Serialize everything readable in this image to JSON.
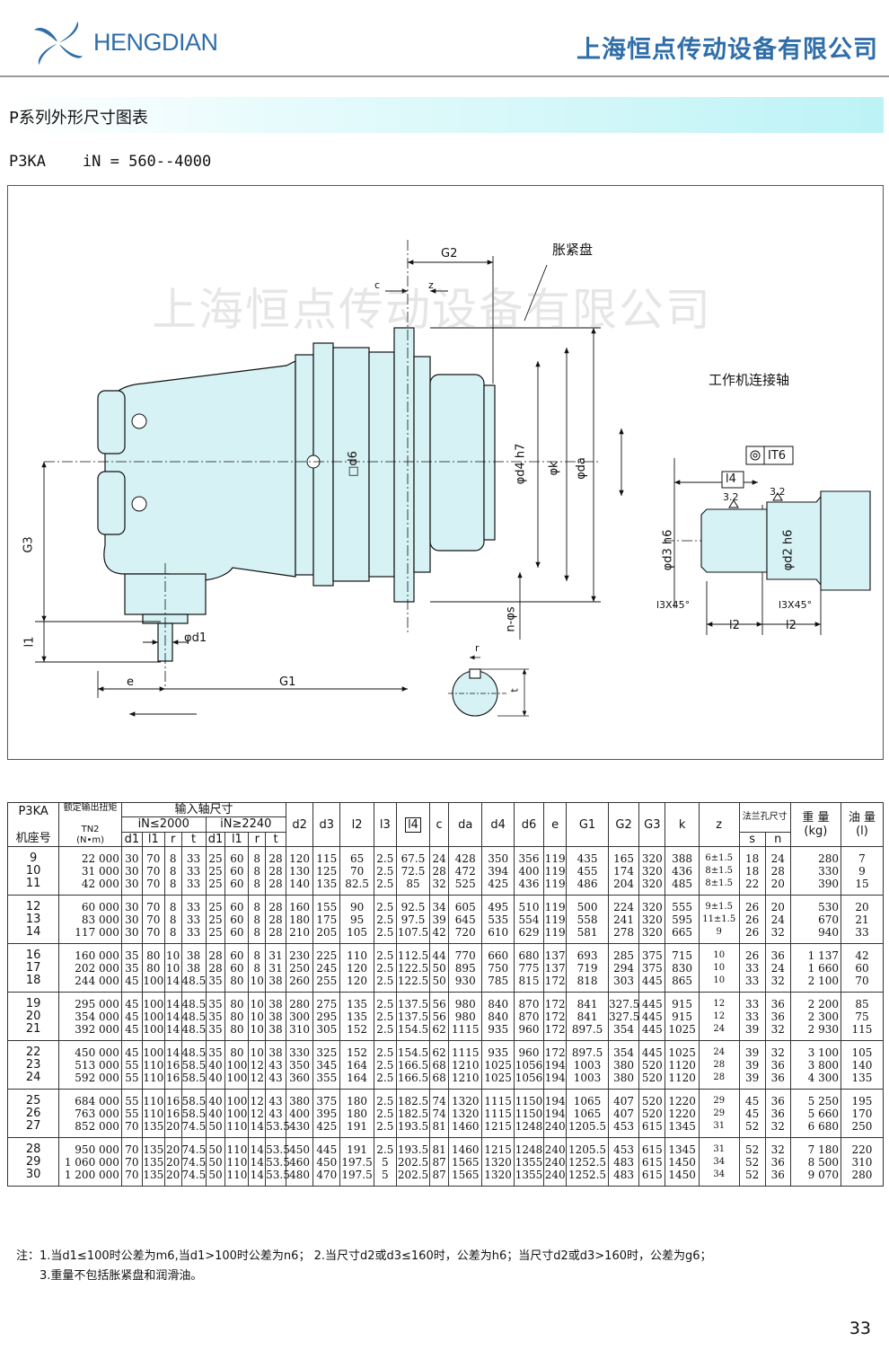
{
  "header": {
    "brand": "HENGDIAN",
    "company": "上海恒点传动设备有限公司",
    "logo_icon": "pinwheel-logo-icon",
    "brand_color": "#2f6ea8"
  },
  "section": {
    "title": "P系列外形尺寸图表",
    "model": "P3KA",
    "ratio": "iN = 560--4000"
  },
  "drawing": {
    "watermark": "上海恒点传动设备有限公司",
    "labels": {
      "shrink_disc": "胀紧盘",
      "work_shaft": "工作机连接轴",
      "G2": "G2",
      "c": "c",
      "z": "z",
      "d6": "□d6",
      "d4": "φd4 h7",
      "k": "φk",
      "da": "φda",
      "G3": "G3",
      "l1": "l1",
      "d1": "φd1",
      "e": "e",
      "G1": "G1",
      "ns": "n-φs",
      "r": "r",
      "t": "t",
      "tol": "IT6",
      "l4": "l4",
      "rough1": "3.2",
      "rough2": "3.2",
      "d3": "φd3 h6",
      "d2": "φd2 h6",
      "ch1": "l3X45°",
      "ch2": "l3X45°",
      "l2a": "l2",
      "l2b": "l2"
    }
  },
  "table": {
    "h": {
      "size1": "P3KA",
      "size2": "机座号",
      "torque": "额定输出扭矩",
      "tn": "TN2",
      "tn_unit": "(N•m)",
      "input": "输入轴尺寸",
      "ia": "iN≤2000",
      "ib": "iN≥2240",
      "d1": "d1",
      "l1": "l1",
      "r": "r",
      "t": "t",
      "d1b": "d1",
      "l1b": "l1",
      "rb": "r",
      "tb": "t",
      "d2": "d2",
      "d3": "d3",
      "l2": "l2",
      "l3": "l3",
      "l4": "l4",
      "c": "c",
      "da": "da",
      "d4": "d4",
      "d6": "d6",
      "e": "e",
      "G1": "G1",
      "G2": "G2",
      "G3": "G3",
      "k": "k",
      "z": "z",
      "flange": "法兰孔尺寸",
      "s": "s",
      "n": "n",
      "weight": "重 量",
      "weight_unit": "(kg)",
      "oil": "油 量",
      "oil_unit": "(l)"
    },
    "groups": [
      {
        "sizes": "9\n10\n11",
        "tn": "22 000\n31 000\n42 000",
        "d1": "30\n30\n30",
        "l1": "70\n70\n70",
        "r": "8\n8\n8",
        "t": "33\n33\n33",
        "d1b": "25\n25\n25",
        "l1b": "60\n60\n60",
        "rb": "8\n8\n8",
        "tb": "28\n28\n28",
        "d2": "120\n130\n140",
        "d3": "115\n125\n135",
        "l2": "65\n70\n82.5",
        "l3": "2.5\n2.5\n2.5",
        "l4": "67.5\n72.5\n85",
        "c": "24\n28\n32",
        "da": "428\n472\n525",
        "d4": "350\n394\n425",
        "d6": "356\n400\n436",
        "e": "119\n119\n119",
        "G1": "435\n455\n486",
        "G2": "165\n174\n204",
        "G3": "320\n320\n320",
        "k": "388\n436\n485",
        "z": "6±1.5\n8±1.5\n8±1.5",
        "s": "18\n18\n22",
        "n": "24\n28\n20",
        "w": "280\n330\n390",
        "oil": "7\n9\n15"
      },
      {
        "sizes": "12\n13\n14",
        "tn": "60 000\n83 000\n117 000",
        "d1": "30\n30\n30",
        "l1": "70\n70\n70",
        "r": "8\n8\n8",
        "t": "33\n33\n33",
        "d1b": "25\n25\n25",
        "l1b": "60\n60\n60",
        "rb": "8\n8\n8",
        "tb": "28\n28\n28",
        "d2": "160\n180\n210",
        "d3": "155\n175\n205",
        "l2": "90\n95\n105",
        "l3": "2.5\n2.5\n2.5",
        "l4": "92.5\n97.5\n107.5",
        "c": "34\n39\n42",
        "da": "605\n645\n720",
        "d4": "495\n535\n610",
        "d6": "510\n554\n629",
        "e": "119\n119\n119",
        "G1": "500\n558\n581",
        "G2": "224\n241\n278",
        "G3": "320\n320\n320",
        "k": "555\n595\n665",
        "z": "9±1.5\n11±1.5\n9",
        "s": "26\n26\n26",
        "n": "20\n24\n32",
        "w": "530\n670\n940",
        "oil": "20\n21\n33"
      },
      {
        "sizes": "16\n17\n18",
        "tn": "160 000\n202 000\n244 000",
        "d1": "35\n35\n45",
        "l1": "80\n80\n100",
        "r": "10\n10\n14",
        "t": "38\n38\n48.5",
        "d1b": "28\n28\n35",
        "l1b": "60\n60\n80",
        "rb": "8\n8\n10",
        "tb": "31\n31\n38",
        "d2": "230\n250\n260",
        "d3": "225\n245\n255",
        "l2": "110\n120\n120",
        "l3": "2.5\n2.5\n2.5",
        "l4": "112.5\n122.5\n122.5",
        "c": "44\n50\n50",
        "da": "770\n895\n930",
        "d4": "660\n750\n785",
        "d6": "680\n775\n815",
        "e": "137\n137\n172",
        "G1": "693\n719\n818",
        "G2": "285\n294\n303",
        "G3": "375\n375\n445",
        "k": "715\n830\n865",
        "z": "10\n10\n10",
        "s": "26\n33\n33",
        "n": "36\n24\n32",
        "w": "1 137\n1 660\n2 100",
        "oil": "42\n60\n70"
      },
      {
        "sizes": "19\n20\n21",
        "tn": "295 000\n354 000\n392 000",
        "d1": "45\n45\n45",
        "l1": "100\n100\n100",
        "r": "14\n14\n14",
        "t": "48.5\n48.5\n48.5",
        "d1b": "35\n35\n35",
        "l1b": "80\n80\n80",
        "rb": "10\n10\n10",
        "tb": "38\n38\n38",
        "d2": "280\n300\n310",
        "d3": "275\n295\n305",
        "l2": "135\n135\n152",
        "l3": "2.5\n2.5\n2.5",
        "l4": "137.5\n137.5\n154.5",
        "c": "56\n56\n62",
        "da": "980\n980\n1115",
        "d4": "840\n840\n935",
        "d6": "870\n870\n960",
        "e": "172\n172\n172",
        "G1": "841\n841\n897.5",
        "G2": "327.5\n327.5\n354",
        "G3": "445\n445\n445",
        "k": "915\n915\n1025",
        "z": "12\n12\n24",
        "s": "33\n33\n39",
        "n": "36\n36\n32",
        "w": "2 200\n2 300\n2 930",
        "oil": "85\n75\n115"
      },
      {
        "sizes": "22\n23\n24",
        "tn": "450 000\n513 000\n592 000",
        "d1": "45\n55\n55",
        "l1": "100\n110\n110",
        "r": "14\n16\n16",
        "t": "48.5\n58.5\n58.5",
        "d1b": "35\n40\n40",
        "l1b": "80\n100\n100",
        "rb": "10\n12\n12",
        "tb": "38\n43\n43",
        "d2": "330\n350\n360",
        "d3": "325\n345\n355",
        "l2": "152\n164\n164",
        "l3": "2.5\n2.5\n2.5",
        "l4": "154.5\n166.5\n166.5",
        "c": "62\n68\n68",
        "da": "1115\n1210\n1210",
        "d4": "935\n1025\n1025",
        "d6": "960\n1056\n1056",
        "e": "172\n194\n194",
        "G1": "897.5\n1003\n1003",
        "G2": "354\n380\n380",
        "G3": "445\n520\n520",
        "k": "1025\n1120\n1120",
        "z": "24\n28\n28",
        "s": "39\n39\n39",
        "n": "32\n36\n36",
        "w": "3 100\n3 800\n4 300",
        "oil": "105\n140\n135"
      },
      {
        "sizes": "25\n26\n27",
        "tn": "684 000\n763 000\n852 000",
        "d1": "55\n55\n70",
        "l1": "110\n110\n135",
        "r": "16\n16\n20",
        "t": "58.5\n58.5\n74.5",
        "d1b": "40\n40\n50",
        "l1b": "100\n100\n110",
        "rb": "12\n12\n14",
        "tb": "43\n43\n53.5",
        "d2": "380\n400\n430",
        "d3": "375\n395\n425",
        "l2": "180\n180\n191",
        "l3": "2.5\n2.5\n2.5",
        "l4": "182.5\n182.5\n193.5",
        "c": "74\n74\n81",
        "da": "1320\n1320\n1460",
        "d4": "1115\n1115\n1215",
        "d6": "1150\n1150\n1248",
        "e": "194\n194\n240",
        "G1": "1065\n1065\n1205.5",
        "G2": "407\n407\n453",
        "G3": "520\n520\n615",
        "k": "1220\n1220\n1345",
        "z": "29\n29\n31",
        "s": "45\n45\n52",
        "n": "36\n36\n32",
        "w": "5 250\n5 660\n6 680",
        "oil": "195\n170\n250"
      },
      {
        "sizes": "28\n29\n30",
        "tn": "950 000\n1 060 000\n1 200 000",
        "d1": "70\n70\n70",
        "l1": "135\n135\n135",
        "r": "20\n20\n20",
        "t": "74.5\n74.5\n74.5",
        "d1b": "50\n50\n50",
        "l1b": "110\n110\n110",
        "rb": "14\n14\n14",
        "tb": "53.5\n53.5\n53.5",
        "d2": "450\n460\n480",
        "d3": "445\n450\n470",
        "l2": "191\n197.5\n197.5",
        "l3": "2.5\n5\n5",
        "l4": "193.5\n202.5\n202.5",
        "c": "81\n87\n87",
        "da": "1460\n1565\n1565",
        "d4": "1215\n1320\n1320",
        "d6": "1248\n1355\n1355",
        "e": "240\n240\n240",
        "G1": "1205.5\n1252.5\n1252.5",
        "G2": "453\n483\n483",
        "G3": "615\n615\n615",
        "k": "1345\n1450\n1450",
        "z": "31\n34\n34",
        "s": "52\n52\n52",
        "n": "32\n36\n36",
        "w": "7 180\n8 500\n9 070",
        "oil": "220\n310\n280"
      }
    ]
  },
  "notes": {
    "line1": "注：1.当d1≤100时公差为m6,当d1>100时公差为n6；  2.当尺寸d2或d3≤160时，公差为h6；当尺寸d2或d3>160时，公差为g6；",
    "line2": "3.重量不包括胀紧盘和润滑油。"
  },
  "page_number": "33"
}
